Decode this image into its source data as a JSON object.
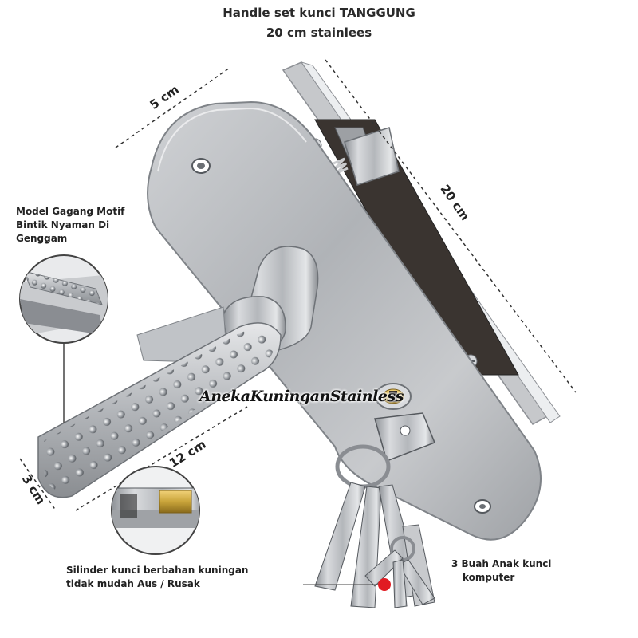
{
  "title": "Handle set kunci TANGGUNG",
  "subtitle": "20 cm stainlees",
  "dimensions": {
    "top_width": "5 cm",
    "plate_length": "20 cm",
    "lever_length": "12 cm",
    "lever_width": "3 cm"
  },
  "callouts": {
    "grip": {
      "line1": "Model Gagang Motif",
      "line2": "Bintik Nyaman Di",
      "line3": "Genggam"
    },
    "cylinder": {
      "line1": "Silinder kunci berbahan kuningan",
      "line2": "tidak mudah Aus / Rusak"
    },
    "keys": {
      "line1": "3 Buah Anak kunci",
      "line2": "komputer"
    }
  },
  "watermark": "AnekaKuninganStainless",
  "colors": {
    "steel": "#b9bcc0",
    "steel_dark": "#7d8186",
    "brass": "#c9a43a",
    "marker": "#e11b22",
    "lock_body": "#3a3430"
  }
}
